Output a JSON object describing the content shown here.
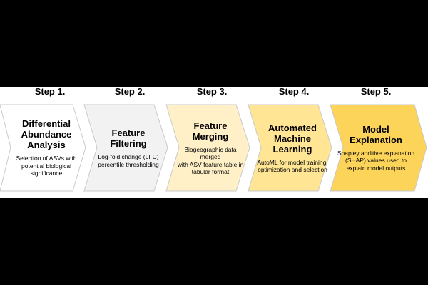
{
  "steps": [
    {
      "label": "Step 1.",
      "title_lines": [
        "Differential",
        "Abundance",
        "Analysis"
      ],
      "desc_lines": [
        "Selection of ASVs with",
        "potential biological",
        "significance"
      ],
      "fill": "#ffffff"
    },
    {
      "label": "Step 2.",
      "title_lines": [
        "Feature",
        "Filtering"
      ],
      "desc_lines": [
        "Log-fold change (LFC)",
        "percentile thresholding"
      ],
      "fill": "#f2f2f2"
    },
    {
      "label": "Step 3.",
      "title_lines": [
        "Feature",
        "Merging"
      ],
      "desc_lines": [
        "Biogeographic data merged",
        "with ASV feature table in",
        "tabular format"
      ],
      "fill": "#fff0c8"
    },
    {
      "label": "Step 4.",
      "title_lines": [
        "Automated",
        "Machine",
        "Learning"
      ],
      "desc_lines": [
        "AutoML for model training,",
        "optimization and selection"
      ],
      "fill": "#ffe594"
    },
    {
      "label": "Step 5.",
      "title_lines": [
        "Model",
        "Explanation"
      ],
      "desc_lines": [
        "Shapley additive explanation",
        "(SHAP) values used to",
        "explain model outputs"
      ],
      "fill": "#fcd45a"
    }
  ],
  "colors": {
    "stroke": "#c9c9c9",
    "background": "#000000",
    "panel": "#ffffff"
  }
}
